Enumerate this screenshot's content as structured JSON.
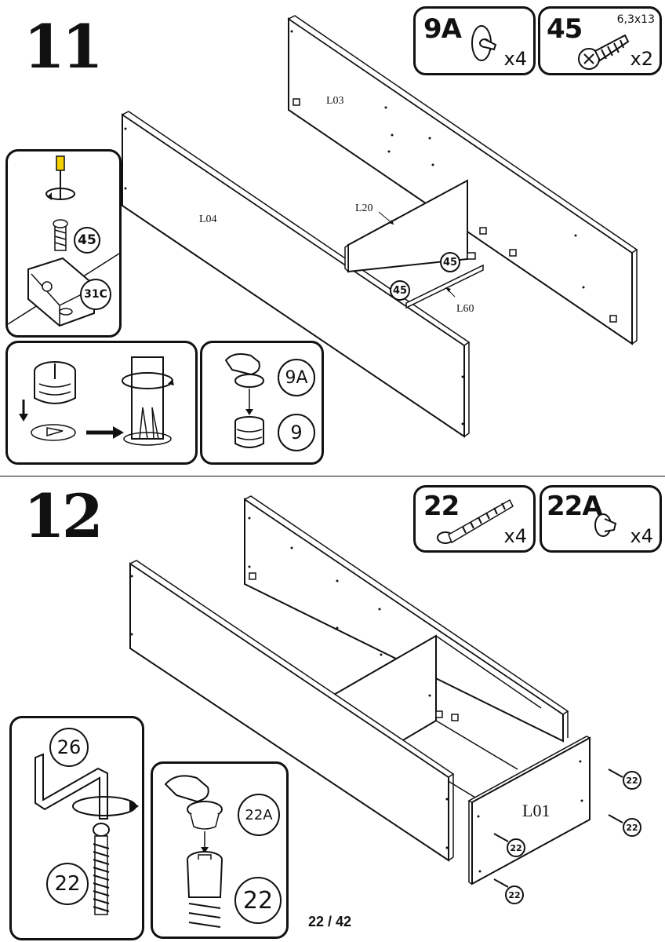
{
  "page": {
    "number": "22 / 42"
  },
  "step11": {
    "number": "11",
    "parts": [
      {
        "code": "9A",
        "qty": "x4",
        "icon": "cam-cap-icon"
      },
      {
        "code": "45",
        "qty": "x2",
        "size": "6,3x13",
        "icon": "screw-icon"
      }
    ],
    "panel_labels": [
      "L03",
      "L04",
      "L20",
      "L60"
    ],
    "callouts": [
      "45",
      "45"
    ],
    "detail_left": {
      "screw": "45",
      "bracket": "31C"
    },
    "detail_cam": {
      "cap": "9A",
      "cam": "9"
    }
  },
  "step12": {
    "number": "12",
    "parts": [
      {
        "code": "22",
        "qty": "x4",
        "icon": "confirmat-screw-icon"
      },
      {
        "code": "22A",
        "qty": "x4",
        "icon": "screw-cap-icon"
      }
    ],
    "panel_label": "L01",
    "callouts": [
      "22",
      "22",
      "22",
      "22"
    ],
    "detail_key": {
      "tool": "26",
      "screw": "22"
    },
    "detail_cap": {
      "cap": "22A",
      "screw": "22"
    }
  }
}
